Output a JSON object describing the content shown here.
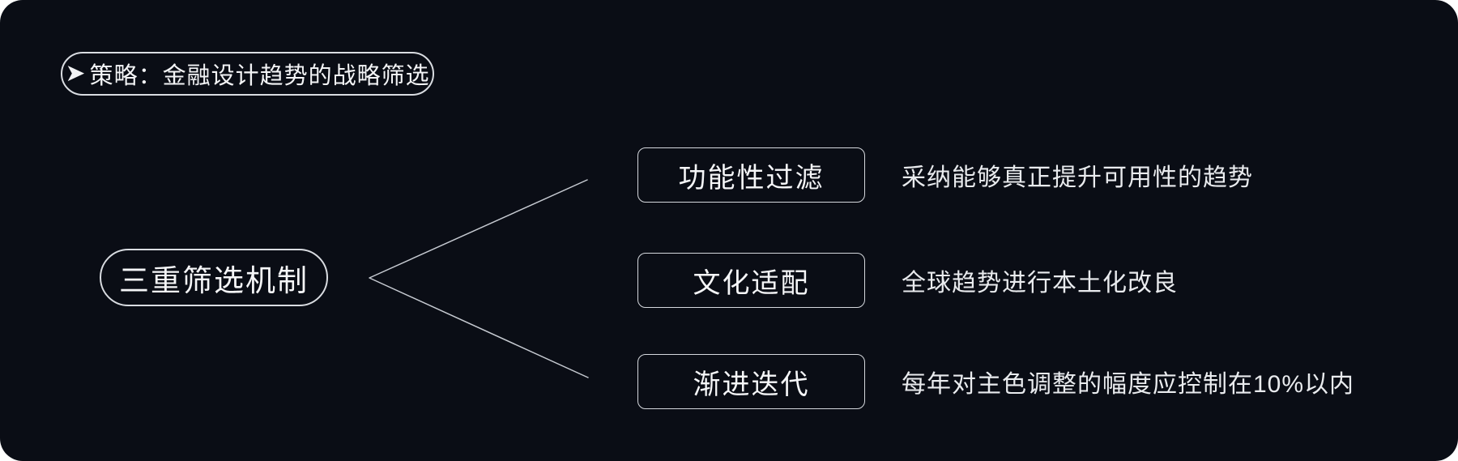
{
  "badge": {
    "icon": "➤",
    "label": "策略：金融设计趋势的战略筛选"
  },
  "root": {
    "label": "三重筛选机制"
  },
  "branches": [
    {
      "label": "功能性过滤",
      "description": "采纳能够真正提升可用性的趋势"
    },
    {
      "label": "文化适配",
      "description": "全球趋势进行本土化改良"
    },
    {
      "label": "渐进迭代",
      "description": "每年对主色调整的幅度应控制在10%以内"
    }
  ],
  "colors": {
    "outside_bg": "#ffffff",
    "canvas_bg": "#0a0d15",
    "node_border": "#d9dce1",
    "connector_line": "#c6cad1",
    "node_text": "#f5f6f8",
    "description_text": "#e9ebee"
  }
}
